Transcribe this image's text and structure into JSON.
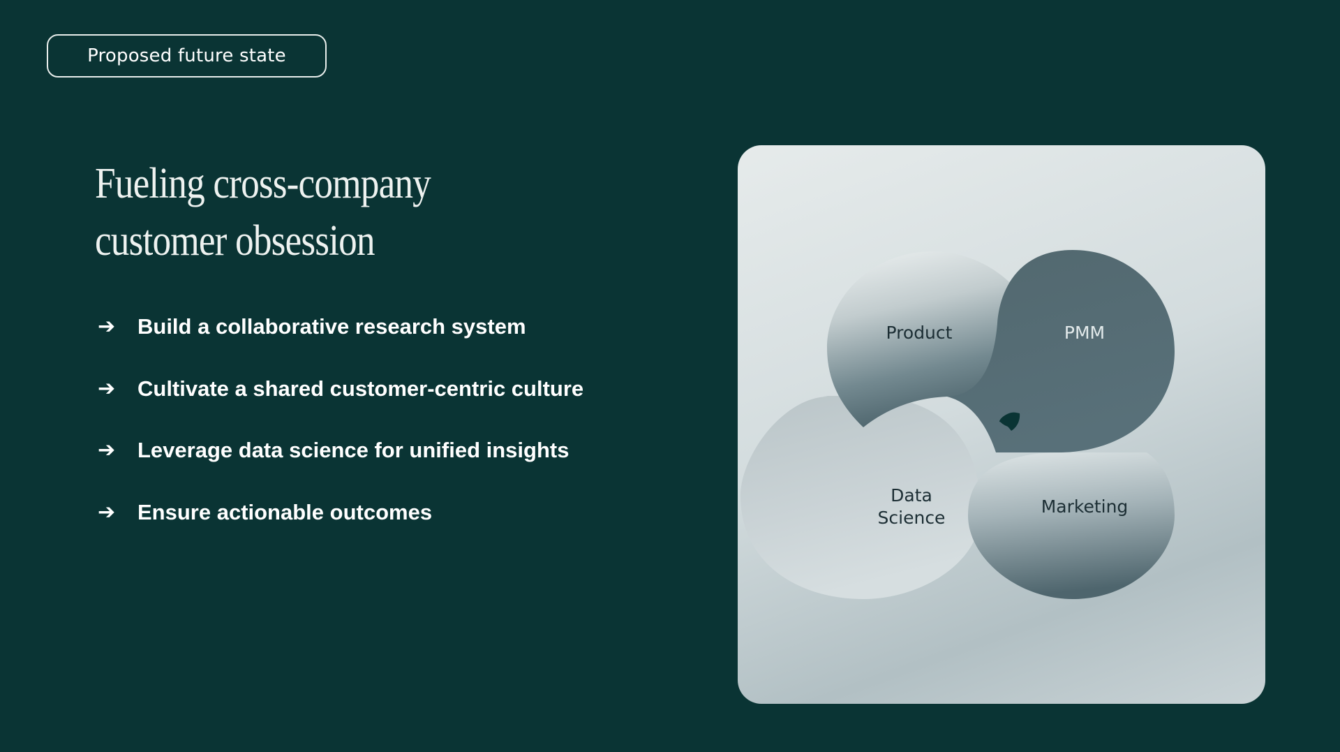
{
  "badge": {
    "label": "Proposed future state"
  },
  "heading": {
    "line1": "Fueling cross-company",
    "line2": "customer obsession"
  },
  "bullets": [
    {
      "arrow": "➔",
      "text": "Build a collaborative research system"
    },
    {
      "arrow": "➔",
      "text": "Cultivate a shared customer-centric culture"
    },
    {
      "arrow": "➔",
      "text": "Leverage data science for unified insights"
    },
    {
      "arrow": "➔",
      "text": "Ensure actionable outcomes"
    }
  ],
  "diagram": {
    "labels": {
      "product": "Product",
      "pmm": "PMM",
      "data_science_line1": "Data",
      "data_science_line2": "Science",
      "marketing": "Marketing"
    },
    "center_icon": "leaf-logo-icon"
  },
  "colors": {
    "background": "#0a3434",
    "text": "#ffffff",
    "card": "#d3dcde",
    "petal_dark": "#536a72"
  }
}
